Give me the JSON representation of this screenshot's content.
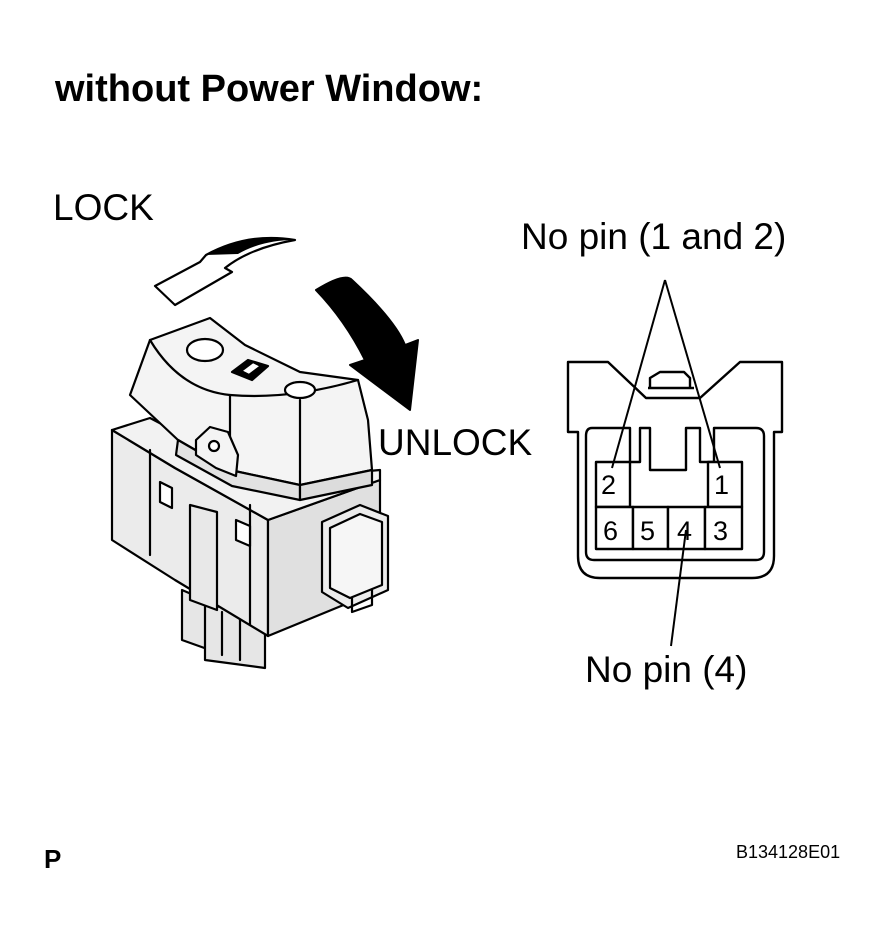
{
  "title": "without Power Window:",
  "switch": {
    "lock_label": "LOCK",
    "unlock_label": "UNLOCK"
  },
  "connector": {
    "callout_top": "No pin (1 and 2)",
    "callout_bottom": "No pin (4)",
    "pins_top_row": [
      "2",
      "1"
    ],
    "pins_bottom_row": [
      "6",
      "5",
      "4",
      "3"
    ]
  },
  "footer": {
    "section_code": "P",
    "figure_id": "B134128E01"
  }
}
